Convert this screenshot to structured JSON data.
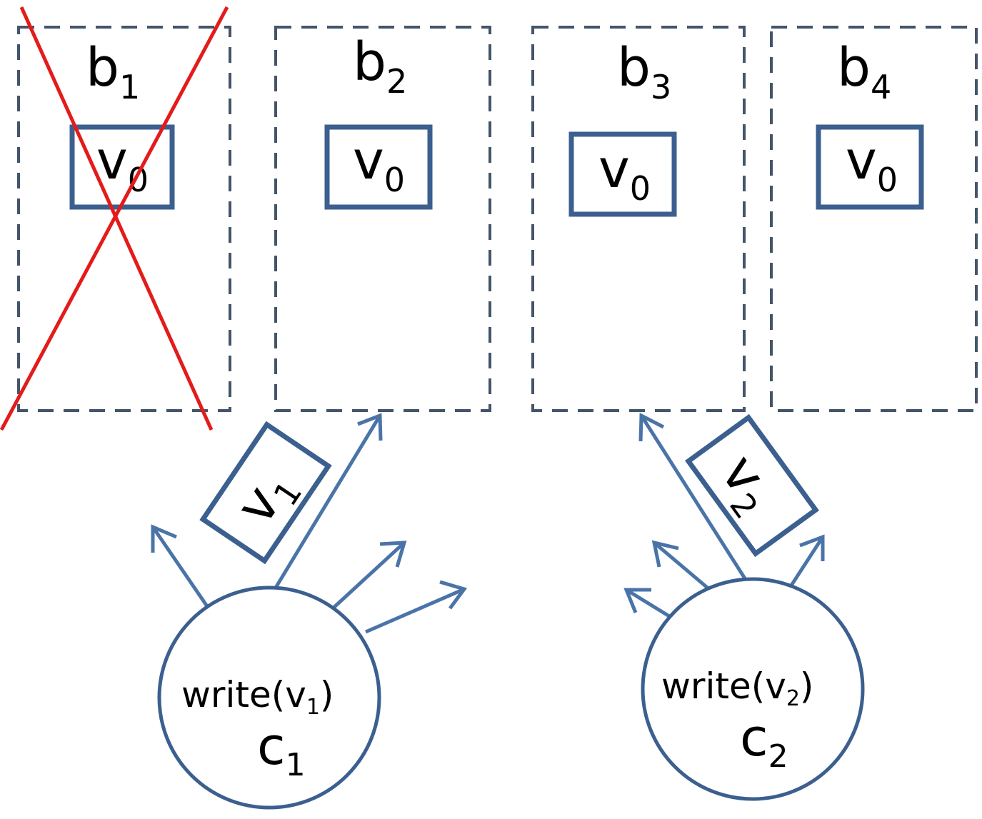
{
  "servers": [
    {
      "id": "b1",
      "letter": "b",
      "sub": "1",
      "value": {
        "letter": "v",
        "sub": "0"
      },
      "crashed": true
    },
    {
      "id": "b2",
      "letter": "b",
      "sub": "2",
      "value": {
        "letter": "v",
        "sub": "0"
      },
      "crashed": false
    },
    {
      "id": "b3",
      "letter": "b",
      "sub": "3",
      "value": {
        "letter": "v",
        "sub": "0"
      },
      "crashed": false
    },
    {
      "id": "b4",
      "letter": "b",
      "sub": "4",
      "value": {
        "letter": "v",
        "sub": "0"
      },
      "crashed": false
    }
  ],
  "clients": [
    {
      "id": "c1",
      "op_prefix": "write(v",
      "op_sub": "1",
      "op_suffix": ")",
      "letter": "c",
      "sub": "1",
      "message": {
        "letter": "v",
        "sub": "1"
      }
    },
    {
      "id": "c2",
      "op_prefix": "write(v",
      "op_sub": "2",
      "op_suffix": ")",
      "letter": "c",
      "sub": "2",
      "message": {
        "letter": "v",
        "sub": "2"
      }
    }
  ],
  "colors": {
    "server_border": "#44546a",
    "box_stroke": "#3b5f8f",
    "arrow": "#4a74a8",
    "crash_mark": "#e31b1b"
  }
}
